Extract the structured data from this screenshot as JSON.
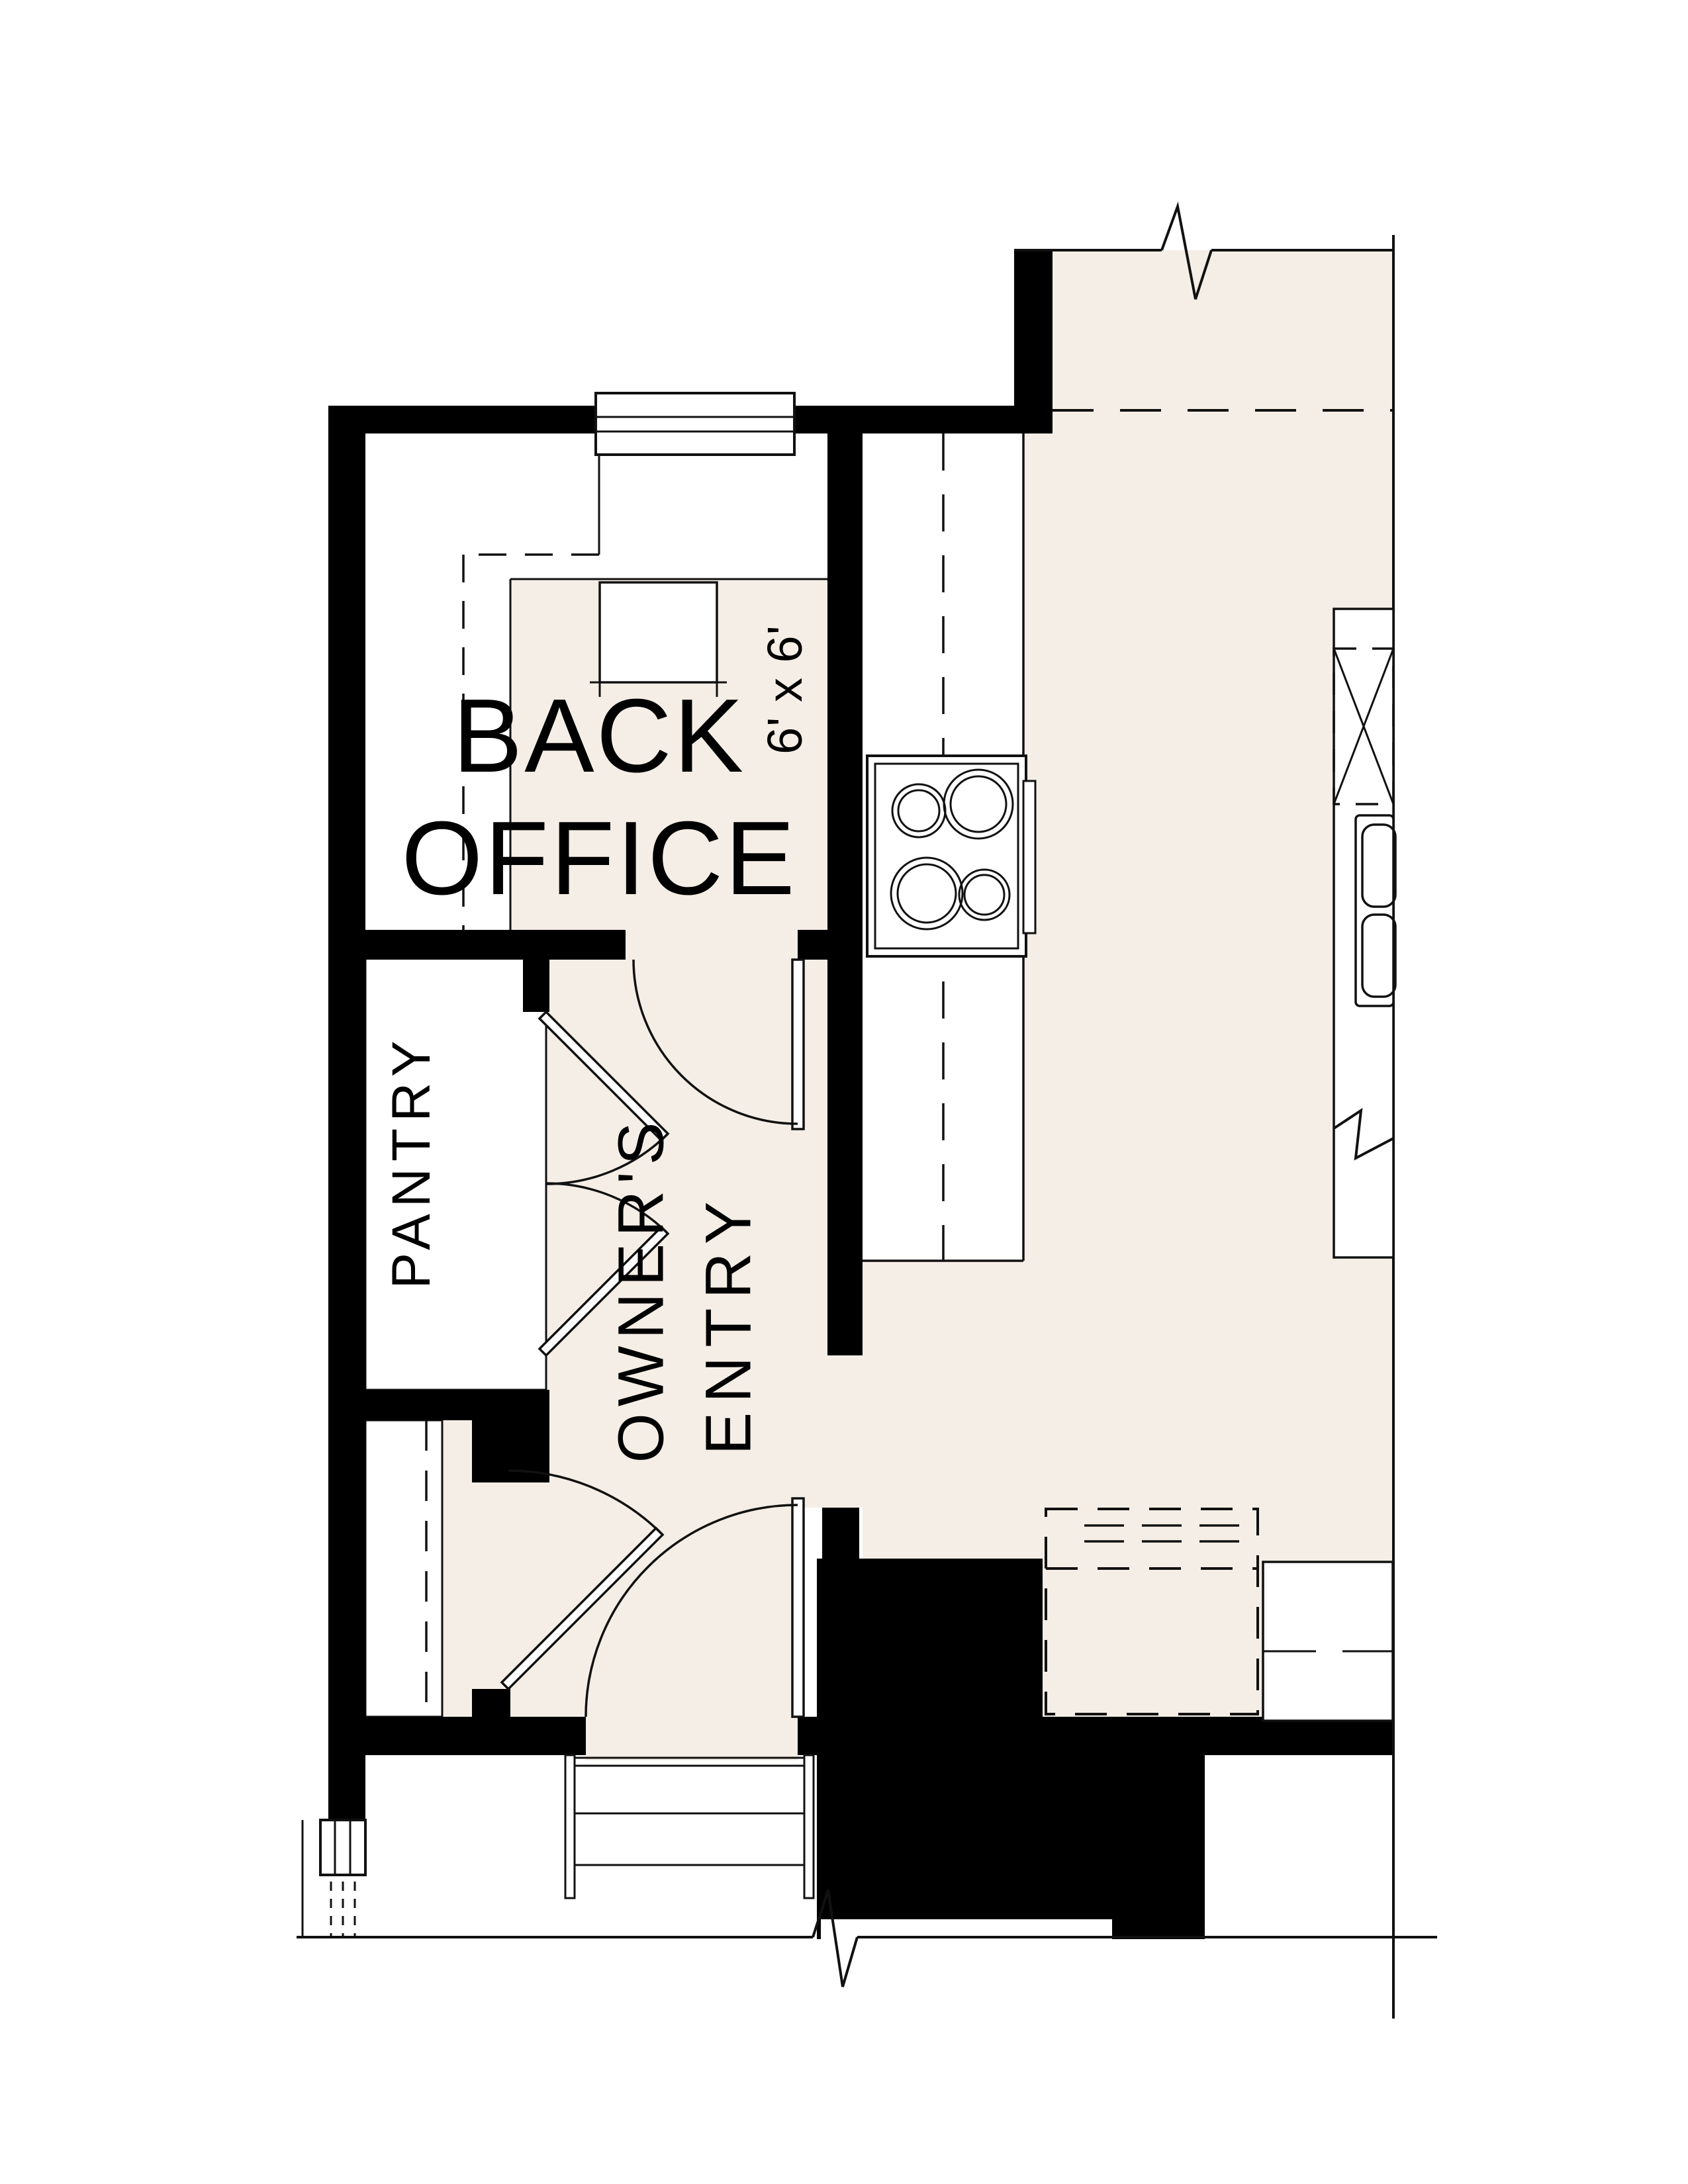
{
  "sheet": {
    "type": "architectural floor plan (cropped detail)",
    "background_color": "#FFFFFF",
    "floor_fill_color": "#F5EEE6",
    "wall_fill_color": "#000000",
    "line_color": "#111111"
  },
  "rooms": {
    "back_office": {
      "label_line1": "BACK",
      "label_line2": "OFFICE",
      "dimension": "6' x 6'"
    },
    "pantry": {
      "label": "PANTRY"
    },
    "owners_entry": {
      "label_line1": "OWNER'S",
      "label_line2": "ENTRY"
    }
  },
  "fixtures": [
    {
      "name": "window",
      "location": "back office north wall"
    },
    {
      "name": "desk",
      "location": "back office 6x6 nook"
    },
    {
      "name": "upper-cabinet-dashed-line",
      "location": "kitchen counter run"
    },
    {
      "name": "cooktop-4-burner",
      "location": "kitchen counter run"
    },
    {
      "name": "double-bowl-sink",
      "location": "right counter at cut line"
    },
    {
      "name": "dashed-x-cabinet",
      "location": "right counter"
    },
    {
      "name": "pantry-double-doors",
      "location": "pantry opening"
    },
    {
      "name": "swing-door",
      "location": "back office to owner's entry"
    },
    {
      "name": "swing-door",
      "location": "closet"
    },
    {
      "name": "entry-swing-door",
      "location": "owner's entry exterior door"
    },
    {
      "name": "closet-rod-dashed",
      "location": "entry closet"
    },
    {
      "name": "exterior-stairs-3-treads",
      "location": "below entry door"
    },
    {
      "name": "porch-post",
      "location": "bottom left"
    },
    {
      "name": "dashed-optional-feature-outline",
      "location": "bottom right patio"
    },
    {
      "name": "break-line-symbols",
      "location": "top edge, right counter, grade line"
    },
    {
      "name": "grade-line",
      "location": "bottom"
    }
  ]
}
